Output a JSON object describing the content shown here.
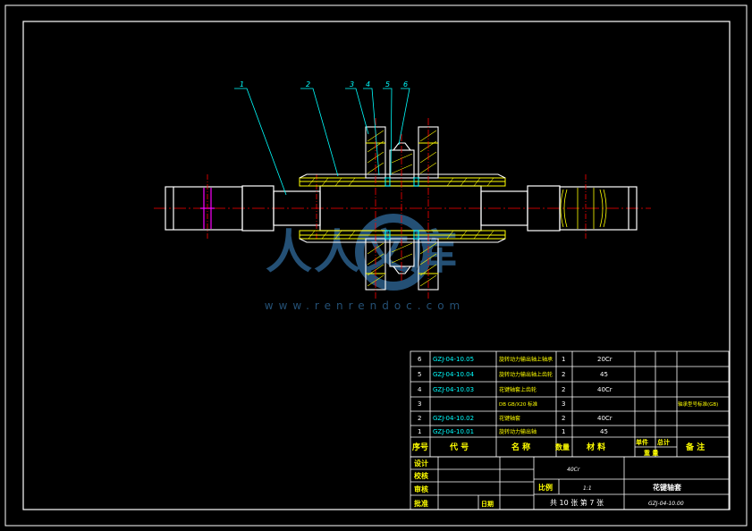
{
  "colors": {
    "background": "#000000",
    "frame": "#ffffff",
    "body": "#ffffff",
    "hatch": "#ffff00",
    "leader": "#00ffff",
    "center": "#ff0000",
    "magenta": "#ff00ff",
    "cyan_text": "#00ffff",
    "watermark": "#2b5f8a"
  },
  "callouts": [
    "1",
    "2",
    "3",
    "4",
    "5",
    "6"
  ],
  "bom": {
    "rows": [
      {
        "no": "6",
        "code": "GZJ-04-10.05",
        "name": "旋转动力输出轴上轴承",
        "qty": "1",
        "material": "20Cr",
        "remark": ""
      },
      {
        "no": "5",
        "code": "GZJ-04-10.04",
        "name": "旋转动力输出轴上齿轮",
        "qty": "2",
        "material": "45",
        "remark": ""
      },
      {
        "no": "4",
        "code": "GZJ-04-10.03",
        "name": "花键轴套上齿轮",
        "qty": "2",
        "material": "40Cr",
        "remark": ""
      },
      {
        "no": "3",
        "code": "",
        "name": "DB GB/X20 标准",
        "qty": "3",
        "material": "",
        "remark": "轴承型号标准(GB)"
      },
      {
        "no": "2",
        "code": "GZJ-04-10.02",
        "name": "花键轴套",
        "qty": "2",
        "material": "40Cr",
        "remark": ""
      },
      {
        "no": "1",
        "code": "GZJ-04-10.01",
        "name": "旋转动力输出轴",
        "qty": "1",
        "material": "45",
        "remark": ""
      }
    ],
    "headers": {
      "no": "序号",
      "code": "代 号",
      "name": "名 称",
      "qty": "数量",
      "material": "材 料",
      "unit_weight": "单件",
      "total_weight": "总计",
      "weight": "重 量",
      "remark": "备 注"
    }
  },
  "title_block": {
    "design": "设计",
    "check": "校核",
    "review": "审核",
    "approve": "批准",
    "date_label": "日期",
    "scale_label": "比例",
    "scale_value": "1:1",
    "material_value": "40Cr",
    "drawing_title": "花键轴套",
    "sheet_info": "共 10 张 第 7 张",
    "drawing_no": "GZJ-04-10.00"
  },
  "watermark": {
    "main": "人人文库",
    "url": "www.renrendoc.com"
  }
}
